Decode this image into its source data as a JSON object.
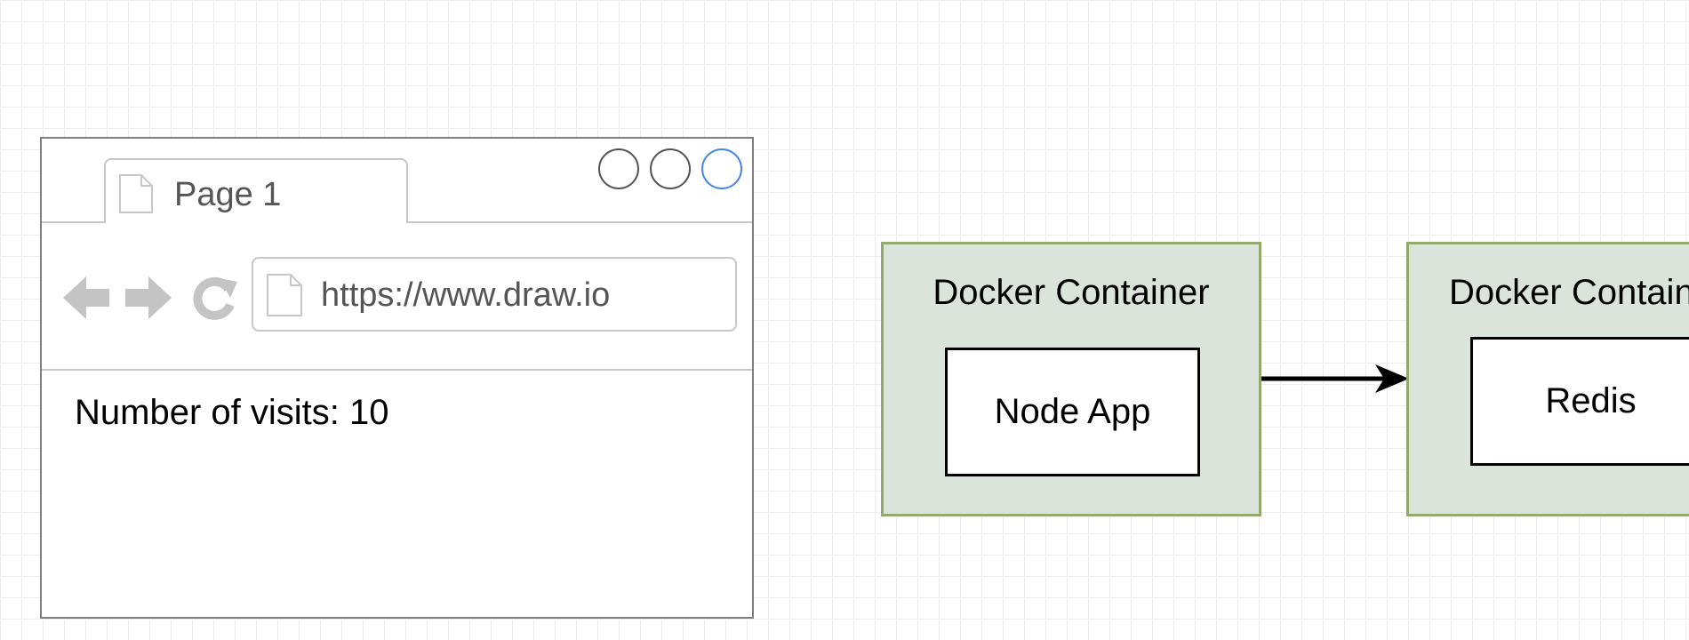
{
  "browser": {
    "tab_label": "Page 1",
    "url": "https://www.draw.io",
    "content": "Number of visits: 10"
  },
  "containers": [
    {
      "title": "Docker Container",
      "inner_label": "Node App"
    },
    {
      "title": "Docker Container",
      "inner_label": "Redis"
    }
  ],
  "colors": {
    "container_fill": "#dbe4da",
    "container_border": "#94a96e",
    "window_button_accent": "#4a86e8"
  }
}
